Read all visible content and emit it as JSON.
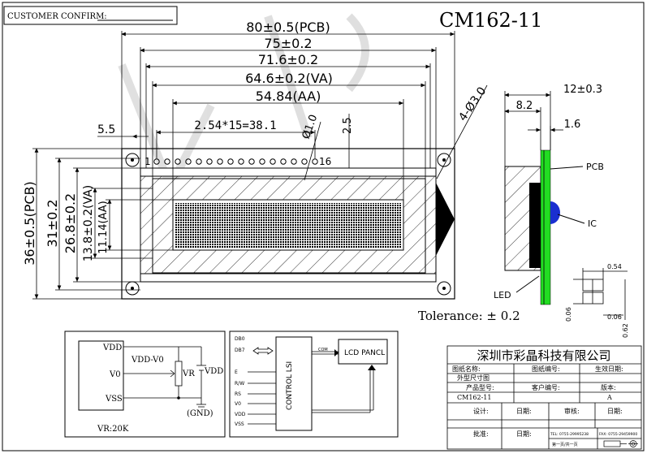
{
  "header": {
    "customer_confirm": "CUSTOMER CONFIRM:",
    "model": "CM162-11"
  },
  "dimensions_top": {
    "pcb": "80±0.5(PCB)",
    "outline": "75±0.2",
    "bezel": "71.6±0.2",
    "va": "64.6±0.2(VA)",
    "aa": "54.84(AA)",
    "pin_offset": "5.5",
    "pin_pitch": "2.54*15=38.1",
    "pin_dia": "Ø1.0",
    "pin_to_edge": "2.5",
    "hole_dia": "4-Ø3.0",
    "pin_first": "1",
    "pin_last": "16"
  },
  "dimensions_left": {
    "pcb": "36±0.5(PCB)",
    "outline": "31±0.2",
    "va": "26.8±0.2",
    "va2": "13.8±0.2(VA)",
    "aa": "11.14(AA)"
  },
  "side_view": {
    "thickness": "12±0.3",
    "depth": "8.2",
    "pcb_thick": "1.6",
    "label_pcb": "PCB",
    "label_ic": "IC",
    "label_led": "LED"
  },
  "dot_detail": {
    "pitch_w": "0.54",
    "gap_v": "0.06",
    "gap_h": "0.06",
    "pitch_h": "0.62"
  },
  "tolerance": "Tolerance: ± 0.2",
  "circuit": {
    "vdd": "VDD",
    "vdd_v0": "VDD-V0",
    "v0": "V0",
    "vr": "VR",
    "vdd_right": "VDD",
    "vss": "VSS",
    "gnd": "(GND)",
    "vr_value": "VR:20K"
  },
  "block": {
    "pins": [
      "DB0",
      "DB7",
      "E",
      "R/W",
      "RS",
      "V0",
      "VDD",
      "VSS"
    ],
    "controller_label": "CONTROL LSI",
    "lcd_label": "LCD  PANCL",
    "arrow_label": "COM"
  },
  "title_block": {
    "company": "深圳市彩晶科技有限公司",
    "drawing_name": "图纸名称:",
    "drawing_no": "图纸编号:",
    "date_created": "生效日期:",
    "subtitle": "外型尺寸图",
    "product_model": "产品型号:",
    "customer_model": "客户编号:",
    "version": "版本:",
    "model_value": "CM162-11",
    "version_value": "A",
    "design": "设计:",
    "date1": "日期:",
    "review": "审核:",
    "date2": "日期:",
    "approve": "批准:",
    "date3": "日期:",
    "tel": "TEL: 0755-29995238",
    "fax": "FAX: 0755-29459900",
    "page": "第一页/共一页"
  }
}
